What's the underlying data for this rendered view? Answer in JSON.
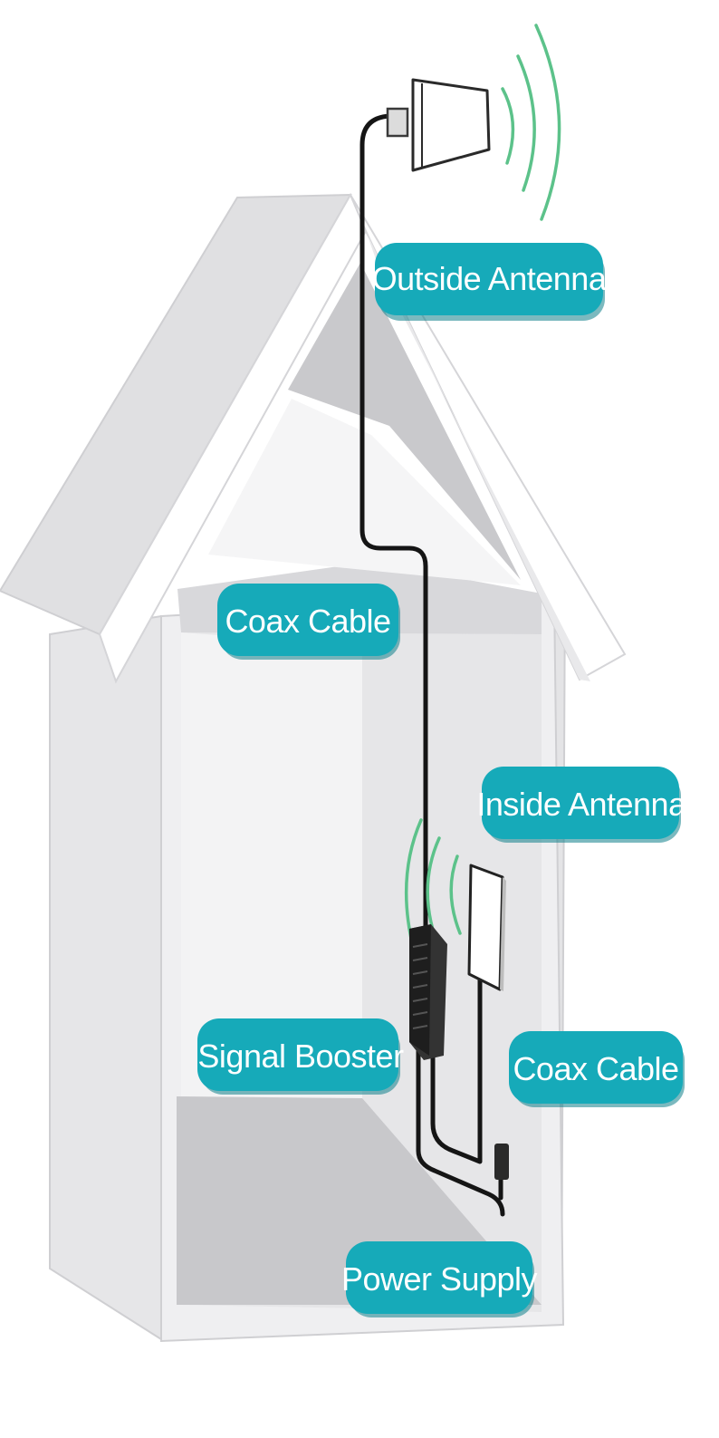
{
  "labels": {
    "outside_antenna": "Outside Antenna",
    "coax_cable_top": "Coax Cable",
    "inside_antenna": "Inside Antenna",
    "signal_booster": "Signal Booster",
    "coax_cable_bottom": "Coax Cable",
    "power_supply": "Power Supply"
  },
  "colors": {
    "label_background": "#16aab9",
    "label_text": "#ffffff",
    "signal_wave": "#5cc28a",
    "cable": "#151515",
    "house_fill": "#e9e9eb",
    "roof_fill": "#ffffff",
    "shadow": "#c9c9cc"
  },
  "icons": [
    "outside-antenna-icon",
    "inside-antenna-icon",
    "signal-booster-icon",
    "power-supply-icon",
    "signal-wave-icon"
  ]
}
